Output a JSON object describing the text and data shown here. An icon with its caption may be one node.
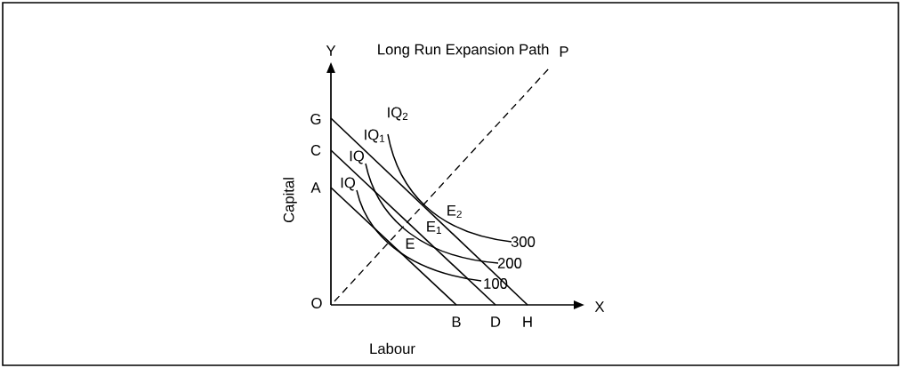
{
  "diagram": {
    "title": "Long Run Expansion Path",
    "labels": [
      "Y",
      "P",
      "IQ$_{2}$",
      "G",
      "IQ$_{1}$",
      "C",
      "IQ",
      "A",
      "IQ",
      "Capital",
      "E$_{2}$",
      "E$_{1}$",
      "300",
      "E",
      "200",
      "100",
      "O",
      "X",
      "B",
      "D",
      "H",
      "Labour"
    ]
  }
}
